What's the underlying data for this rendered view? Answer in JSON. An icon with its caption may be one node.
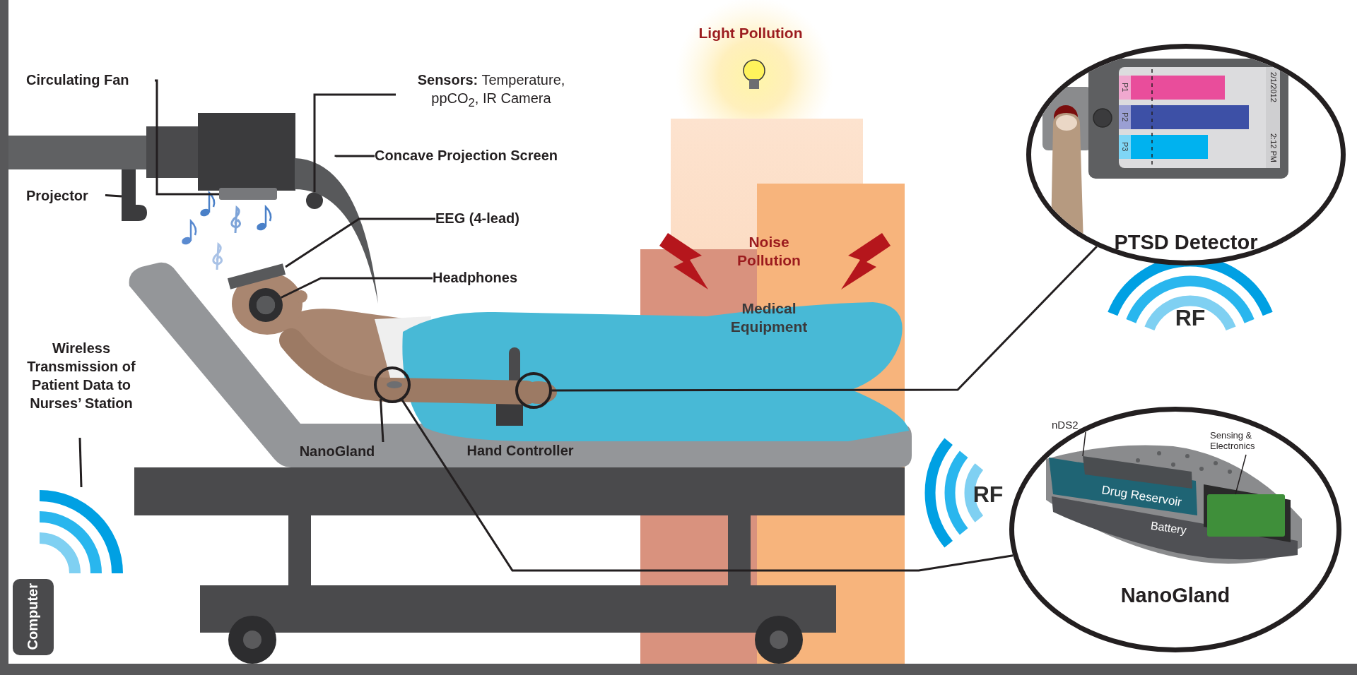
{
  "diagram": {
    "nodes": [
      {
        "text": [
          "Circulating Fan"
        ]
      },
      {
        "text": [],
        "shape": "box"
      },
      {
        "text": [
          "**Sensors:** Temperature, ppCO$_{2}$, IR Camera"
        ]
      },
      {
        "text": [],
        "shape": "circle"
      },
      {
        "text": [
          "Concave Projection Screen"
        ]
      },
      {
        "text": [],
        "shape": "arc"
      },
      {
        "text": [
          "Projector"
        ]
      },
      {
        "text": [],
        "shape": "bar"
      },
      {
        "text": [
          "EEG (4-lead)"
        ]
      },
      {
        "text": [],
        "shape": "band"
      },
      {
        "text": [
          "Headphones"
        ]
      },
      {
        "text": [],
        "shape": "circle"
      },
      {
        "text": [
          "Wireless Transmission of Patient Data to Nurses’ Station"
        ]
      },
      {
        "text": [],
        "shape": "picture"
      },
      {
        "text": [
          "Computer"
        ]
      },
      {
        "text": [
          "NanoGland"
        ]
      },
      {
        "text": [],
        "shape": "circle"
      },
      {
        "text": [],
        "shape": "circle"
      },
      {
        "text": [
          "PTSD Detector"
        ]
      },
      {
        "text": [
          "NanoGland"
        ]
      },
      {
        "text": [
          "nDS2"
        ],
        "in": 19
      },
      {
        "text": [
          "Sensing & Electronics"
        ],
        "in": 19
      },
      {
        "text": [],
        "shape": "bar",
        "in": 19
      },
      {
        "text": [],
        "shape": "box",
        "in": 19
      }
    ],
    "edges": [
      {
        "from": 0,
        "to": 1,
        "arrow": "none"
      },
      {
        "from": 2,
        "to": 3,
        "arrow": "none"
      },
      {
        "from": 4,
        "to": 5,
        "arrow": "none"
      },
      {
        "from": 6,
        "to": 7,
        "arrow": "none"
      },
      {
        "from": 8,
        "to": 9,
        "arrow": "none"
      },
      {
        "from": 10,
        "to": 11,
        "arrow": "none"
      },
      {
        "from": 12,
        "to": 13,
        "arrow": "none"
      },
      {
        "from": 15,
        "to": 16,
        "arrow": "none"
      },
      {
        "from": 17,
        "to": 18,
        "arrow": "none"
      },
      {
        "from": 16,
        "to": 19,
        "arrow": "none"
      },
      {
        "from": 20,
        "to": 22,
        "arrow": "none"
      },
      {
        "from": 21,
        "to": 23,
        "arrow": "none"
      }
    ],
    "labels": [
      "Light Pollution",
      "2/1/2012",
      "P1",
      "P2",
      "P3",
      "2:12 PM",
      "Noise Pollution",
      "RF",
      "Medical Equipment",
      "Hand Controller",
      "RF",
      "Drug Reservoir",
      "Battery"
    ]
  }
}
